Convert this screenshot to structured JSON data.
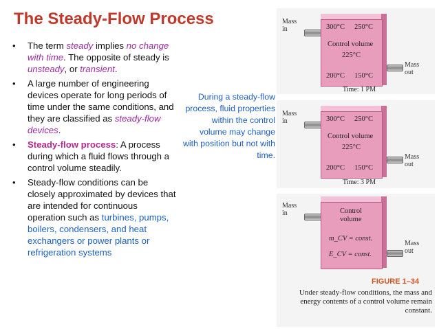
{
  "title": "The Steady-Flow Process",
  "bullets": {
    "b1": {
      "t1": "The term ",
      "steady": "steady",
      "t2": " implies ",
      "nochange": "no change with time",
      "t3": ". The opposite of steady is ",
      "unsteady": "unsteady",
      "t4": ", or ",
      "transient": "transient",
      "t5": "."
    },
    "b2": {
      "t1": "A large number of engineering devices operate for long periods of time under the same conditions, and they are classified as ",
      "sfd": "steady-flow devices",
      "t2": "."
    },
    "b3": {
      "bold": "Steady-flow process",
      "t1": ": A process during which a fluid flows through a control volume steadily."
    },
    "b4": {
      "t1": "Steady-flow conditions can be closely approximated by devices that are intended for continuous operation such as ",
      "list": "turbines, pumps, boilers, condensers, and heat exchangers or power plants or refrigeration systems"
    }
  },
  "side_caption": "During a steady-flow process, fluid properties within the control volume may change with position but not with time.",
  "fig1": {
    "mass_in": "Mass in",
    "mass_out": "Mass out",
    "t_tl": "300°C",
    "t_tr": "250°C",
    "cv": "Control volume",
    "t_mid": "225°C",
    "t_bl": "200°C",
    "t_br": "150°C",
    "time": "Time: 1 PM"
  },
  "fig2": {
    "mass_in": "Mass in",
    "mass_out": "Mass out",
    "t_tl": "300°C",
    "t_tr": "250°C",
    "cv": "Control volume",
    "t_mid": "225°C",
    "t_bl": "200°C",
    "t_br": "150°C",
    "time": "Time: 3 PM"
  },
  "fig3": {
    "mass_in": "Mass in",
    "mass_out": "Mass out",
    "cv1": "Control",
    "cv2": "volume",
    "m": "m_CV = const.",
    "e": "E_CV = const."
  },
  "figure_caption": {
    "label": "FIGURE 1–34",
    "text": "Under steady-flow conditions, the mass and energy contents of a control volume remain constant."
  },
  "colors": {
    "title": "#c0392b",
    "accent_blue": "#1c5fc2",
    "accent_purple": "#9b2ba0",
    "box": "#e99dbd"
  }
}
